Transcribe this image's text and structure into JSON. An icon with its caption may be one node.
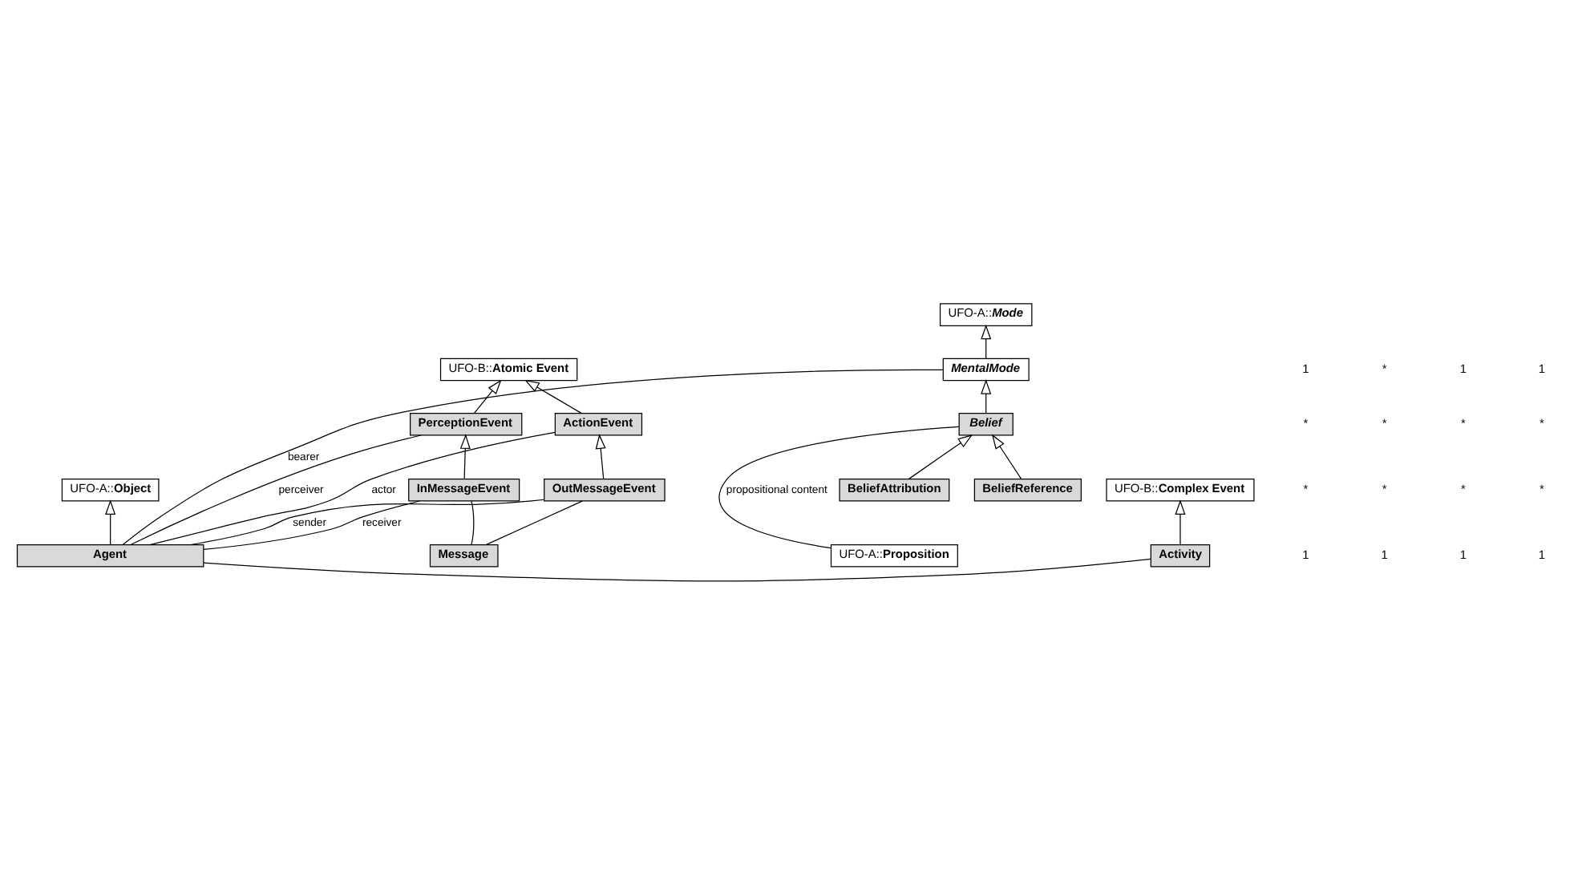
{
  "diagram": {
    "nodes": [
      {
        "text": [
          "UFO-A::**Object**"
        ]
      },
      {
        "text": [
          "Agent"
        ]
      },
      {
        "text": [
          "UFO-A::*Mode*"
        ]
      },
      {
        "text": [
          "MentalMode"
        ]
      },
      {
        "text": [
          "Belief"
        ]
      },
      {
        "text": [
          "BeliefAttribution"
        ]
      },
      {
        "text": [
          "BeliefReference"
        ]
      },
      {
        "text": [
          "UFO-B::**Atomic Event**"
        ]
      },
      {
        "text": [
          "PerceptionEvent"
        ]
      },
      {
        "text": [
          "ActionEvent"
        ]
      },
      {
        "text": [
          "OutMessageEvent"
        ]
      },
      {
        "text": [
          "InMessageEvent"
        ]
      },
      {
        "text": [
          "Message"
        ]
      },
      {
        "text": [
          "UFO-B::**Complex Event**"
        ]
      },
      {
        "text": [
          "Activity"
        ]
      },
      {
        "text": [
          "UFO-A::**Proposition**"
        ]
      }
    ],
    "edges": [
      {
        "from": 1,
        "to": 0,
        "arrow": "to"
      },
      {
        "from": 3,
        "to": 2,
        "arrow": "to"
      },
      {
        "from": 4,
        "to": 3,
        "arrow": "to"
      },
      {
        "from": 5,
        "to": 4,
        "arrow": "to"
      },
      {
        "from": 6,
        "to": 4,
        "arrow": "to"
      },
      {
        "from": 8,
        "to": 7,
        "arrow": "to"
      },
      {
        "from": 9,
        "to": 7,
        "arrow": "to"
      },
      {
        "from": 11,
        "to": 8,
        "arrow": "to"
      },
      {
        "from": 10,
        "to": 9,
        "arrow": "to"
      },
      {
        "from": 14,
        "to": 13,
        "arrow": "to"
      },
      {
        "from": 1,
        "to": 10,
        "label": "sender",
        "arrow": "none"
      },
      {
        "from": 1,
        "to": 9,
        "label": "actor",
        "arrow": "none"
      },
      {
        "from": 1,
        "to": 14,
        "arrow": "none"
      },
      {
        "from": 1,
        "to": 3,
        "label": "bearer",
        "arrow": "none"
      },
      {
        "from": 1,
        "to": 8,
        "label": "perceiver",
        "arrow": "none"
      },
      {
        "from": 1,
        "to": 11,
        "label": "receiver",
        "arrow": "none"
      },
      {
        "from": 11,
        "to": 12,
        "arrow": "none"
      },
      {
        "from": 10,
        "to": 12,
        "arrow": "none"
      },
      {
        "from": 4,
        "to": 15,
        "label": "propositional content",
        "arrow": "none"
      }
    ],
    "labels": [
      "1",
      "1",
      "1",
      "1",
      "*",
      "*",
      "*",
      "*",
      "*",
      "*",
      "*",
      "*",
      "1",
      "*",
      "1",
      "1"
    ]
  }
}
